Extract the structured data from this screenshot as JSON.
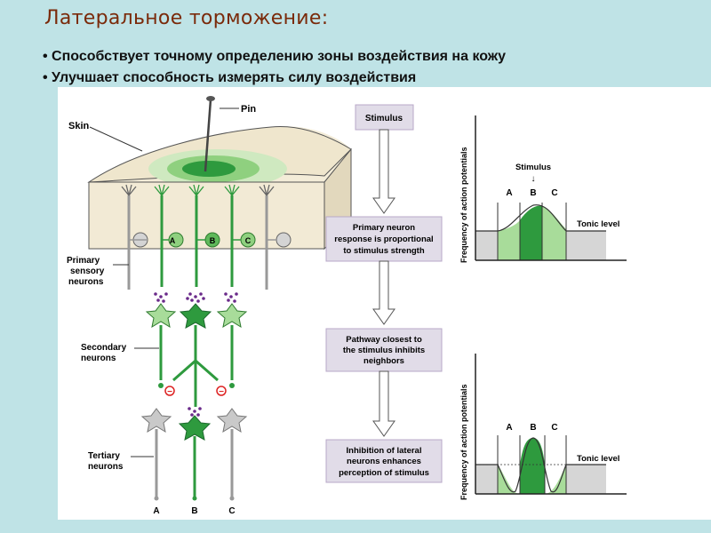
{
  "title": "Латеральное торможение:",
  "bullets": [
    "Способствует точному определению зоны  воздействия на кожу",
    "Улучшает способность измерять силу воздействия"
  ],
  "labels": {
    "skin": "Skin",
    "pin": "Pin",
    "primary": [
      "Primary",
      "sensory",
      "neurons"
    ],
    "secondary": [
      "Secondary",
      "neurons"
    ],
    "tertiary": [
      "Tertiary",
      "neurons"
    ],
    "neuron_a": "A",
    "neuron_b": "B",
    "neuron_c": "C",
    "minus": "−"
  },
  "flow": {
    "box1": [
      "Stimulus"
    ],
    "box2": [
      "Primary neuron",
      "response is proportional",
      "to stimulus strength"
    ],
    "box3": [
      "Pathway closest to",
      "the stimulus inhibits",
      "neighbors"
    ],
    "box4": [
      "Inhibition of lateral",
      "neurons enhances",
      "perception of stimulus"
    ]
  },
  "graph_top": {
    "ylabel": "Frequency of action potentials",
    "stimulus": "Stimulus",
    "arrow": "↓",
    "a": "A",
    "b": "B",
    "c": "C",
    "tonic": "Tonic level"
  },
  "graph_bottom": {
    "ylabel": "Frequency of action potentials",
    "a": "A",
    "b": "B",
    "c": "C",
    "tonic": "Tonic level"
  },
  "colors": {
    "background": "#bfe3e6",
    "title": "#7a2a0a",
    "green_light": "#a8dc9a",
    "green_dark": "#2e9a3e",
    "gray_neuron": "#c9c9c9",
    "flow_box": "#e1dce8",
    "flow_border": "#b8a8c8",
    "dots": "#6a2a8a"
  }
}
